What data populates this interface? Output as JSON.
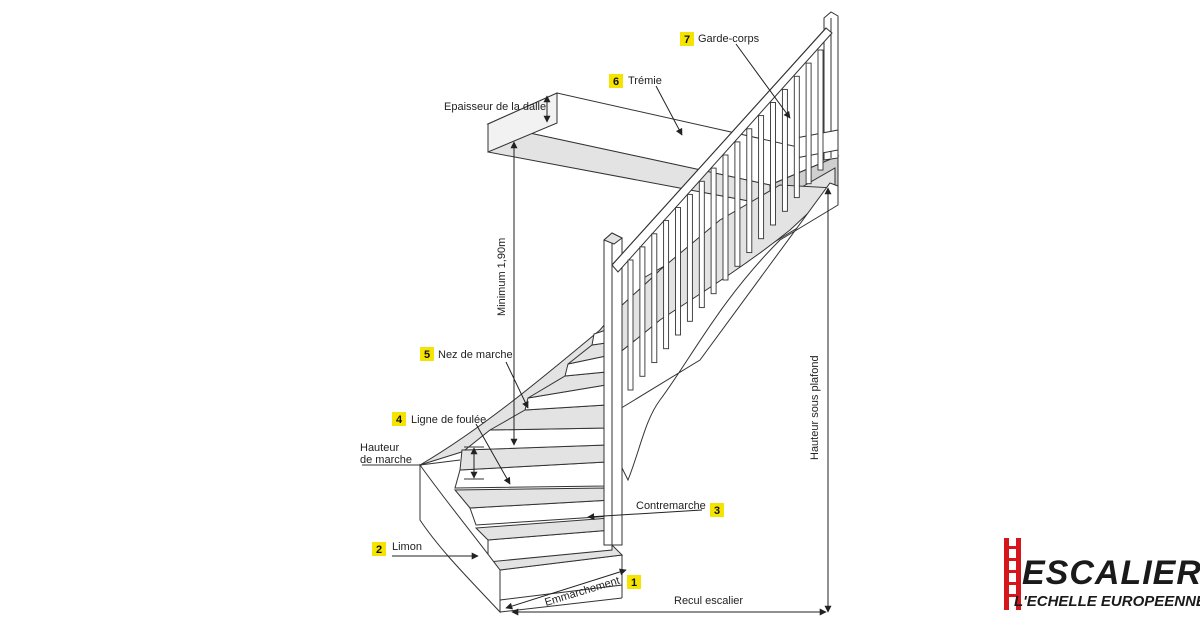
{
  "labels": {
    "epaisseur": "Epaisseur de la dalle",
    "minimum": "Minimum 1,90m",
    "hauteur_marche_1": "Hauteur",
    "hauteur_marche_2": "de marche",
    "hauteur_plafond": "Hauteur sous plafond",
    "recul": "Recul escalier"
  },
  "callouts": [
    {
      "number": "1",
      "label": "Emmarchement"
    },
    {
      "number": "2",
      "label": "Limon"
    },
    {
      "number": "3",
      "label": "Contremarche"
    },
    {
      "number": "4",
      "label": "Ligne de foulée"
    },
    {
      "number": "5",
      "label": "Nez de marche"
    },
    {
      "number": "6",
      "label": "Trémie"
    },
    {
      "number": "7",
      "label": "Garde-corps"
    }
  ],
  "logo": {
    "name": "ESCALIERS",
    "tagline": "L'ECHELLE EUROPEENNE",
    "accent_color": "#d5161d"
  },
  "colors": {
    "badge": "#f5e400",
    "line": "#333333"
  }
}
